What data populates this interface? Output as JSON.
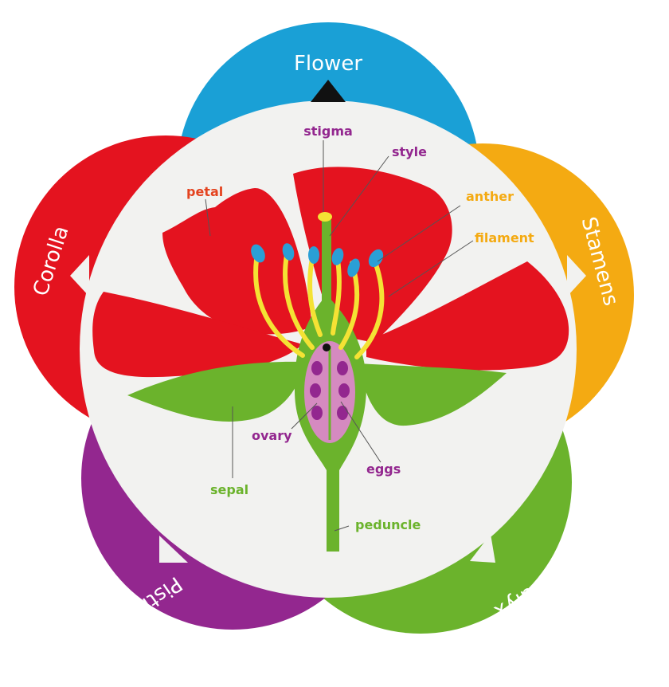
{
  "diagram": {
    "sections": {
      "flower": "Flower",
      "stamens": "Stamens",
      "calyx": "Calyx",
      "pistil": "Pistil",
      "corolla": "Corolla"
    },
    "parts": {
      "stigma": "stigma",
      "style": "style",
      "petal": "petal",
      "anther": "anther",
      "filament": "filament",
      "ovary": "ovary",
      "eggs": "eggs",
      "sepal": "sepal",
      "peduncle": "peduncle"
    },
    "colors": {
      "flower": "#1aa0d6",
      "stamens": "#f4aa12",
      "calyx": "#6bb32c",
      "pistil": "#93278f",
      "corolla": "#e4131f",
      "center": "#f2f2f0",
      "petal": "#e4131f",
      "sepal": "#6bb32c",
      "filament": "#f4e234",
      "anther": "#2a9fd6",
      "ovary": "#d58ac0",
      "egg": "#93278f",
      "label_red": "#e4431f",
      "label_purple": "#93278f",
      "label_orange": "#f4aa12",
      "label_green": "#6bb32c"
    }
  }
}
